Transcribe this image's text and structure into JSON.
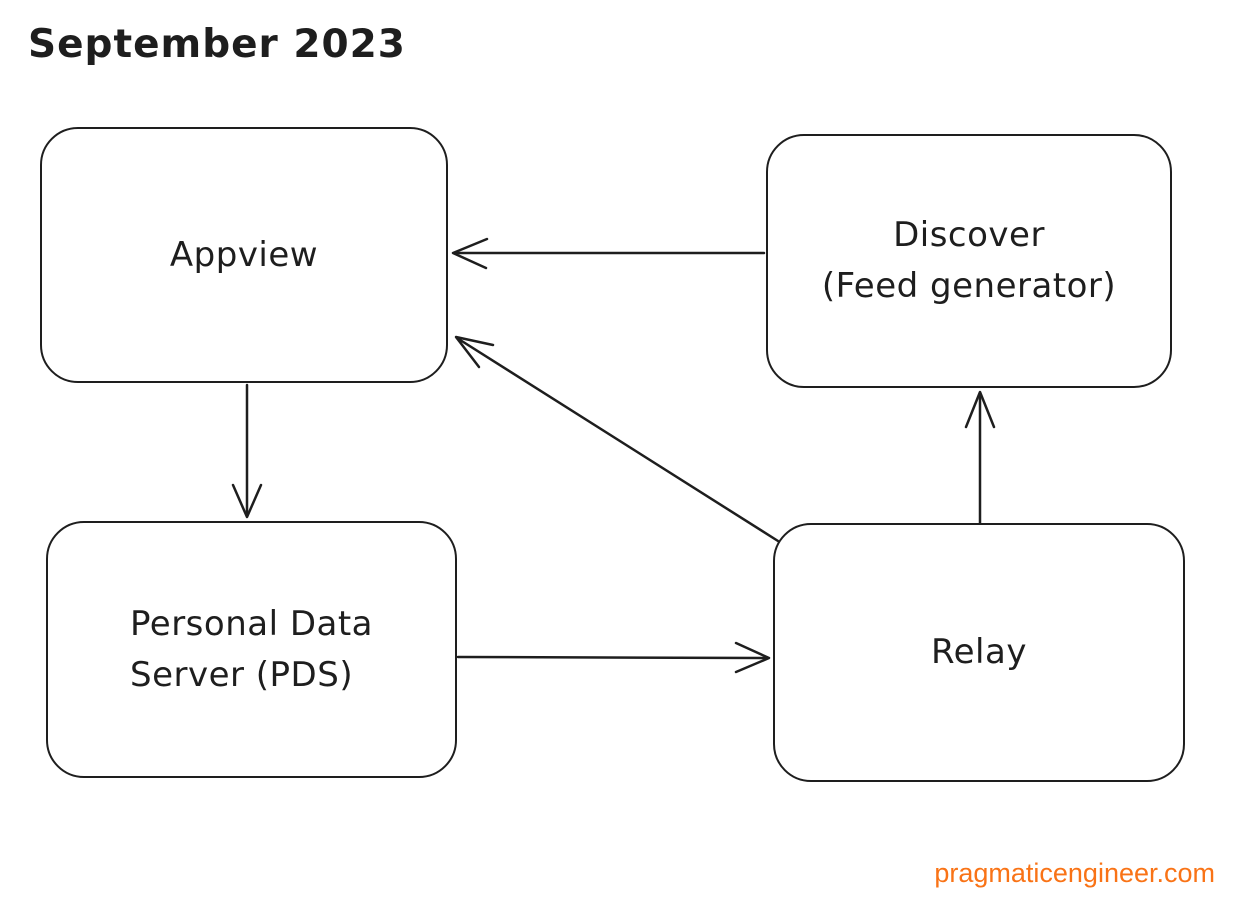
{
  "page": {
    "background_color": "#ffffff",
    "stroke_color": "#1e1e1e"
  },
  "title": "September 2023",
  "diagram": {
    "nodes": [
      {
        "id": "appview",
        "lines": [
          "Appview"
        ]
      },
      {
        "id": "discover",
        "lines": [
          "Discover",
          "(Feed generator)"
        ]
      },
      {
        "id": "pds",
        "lines": [
          "Personal Data",
          "Server (PDS)"
        ]
      },
      {
        "id": "relay",
        "lines": [
          "Relay"
        ]
      }
    ],
    "edges": [
      {
        "from": "appview",
        "to": "pds",
        "arrowhead": "at-pds"
      },
      {
        "from": "discover",
        "to": "appview",
        "arrowhead": "at-appview"
      },
      {
        "from": "relay",
        "to": "appview",
        "arrowhead": "at-appview"
      },
      {
        "from": "pds",
        "to": "relay",
        "arrowhead": "at-relay"
      },
      {
        "from": "relay",
        "to": "discover",
        "arrowhead": "at-discover"
      }
    ]
  },
  "watermark": {
    "text": "pragmaticengineer.com",
    "color": "#f97316"
  }
}
